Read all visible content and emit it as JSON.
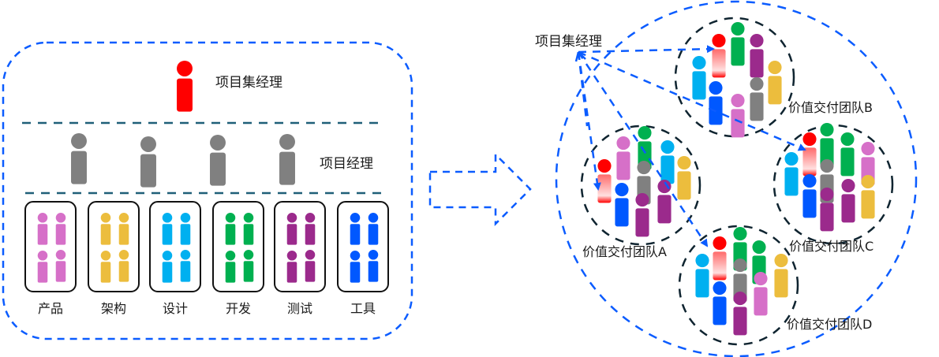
{
  "colors": {
    "blue_dash": "#0b5cff",
    "teal_divider": "#1f5f78",
    "dark_circle": "#0f2430",
    "box_border": "#111111",
    "red": "#ff0000",
    "gray": "#808080",
    "pink": "#d670c8",
    "yellow": "#ecbd3d",
    "cyan": "#00b0f0",
    "green": "#00b050",
    "purple": "#9b2a8c",
    "blue": "#0058ff"
  },
  "left_panel": {
    "program_manager_label": "项目集经理",
    "project_manager_label": "项目经理",
    "project_manager_count": 4,
    "functional_groups": [
      {
        "label": "产品",
        "color_key": "pink"
      },
      {
        "label": "架构",
        "color_key": "yellow"
      },
      {
        "label": "设计",
        "color_key": "cyan"
      },
      {
        "label": "开发",
        "color_key": "green"
      },
      {
        "label": "测试",
        "color_key": "purple"
      },
      {
        "label": "工具",
        "color_key": "blue"
      }
    ]
  },
  "transition_arrow": {
    "icon": "dashed-right-arrow-icon"
  },
  "right_panel": {
    "program_manager_label": "项目集经理",
    "teams": [
      {
        "id": "A",
        "label": "价值交付团队A",
        "members": [
          "red-gradient",
          "pink",
          "green",
          "cyan",
          "yellow",
          "gray",
          "blue",
          "purple",
          "purple"
        ]
      },
      {
        "id": "B",
        "label": "价值交付团队B",
        "members": [
          "red-gradient",
          "green",
          "purple",
          "cyan",
          "yellow",
          "gray",
          "blue",
          "pink"
        ]
      },
      {
        "id": "C",
        "label": "价值交付团队C",
        "members": [
          "red-gradient",
          "green",
          "green",
          "pink",
          "cyan",
          "gray",
          "blue",
          "purple",
          "purple",
          "yellow"
        ]
      },
      {
        "id": "D",
        "label": "价值交付团队D",
        "members": [
          "red-gradient",
          "green",
          "green",
          "cyan",
          "yellow",
          "gray",
          "pink",
          "blue",
          "purple"
        ]
      }
    ]
  }
}
